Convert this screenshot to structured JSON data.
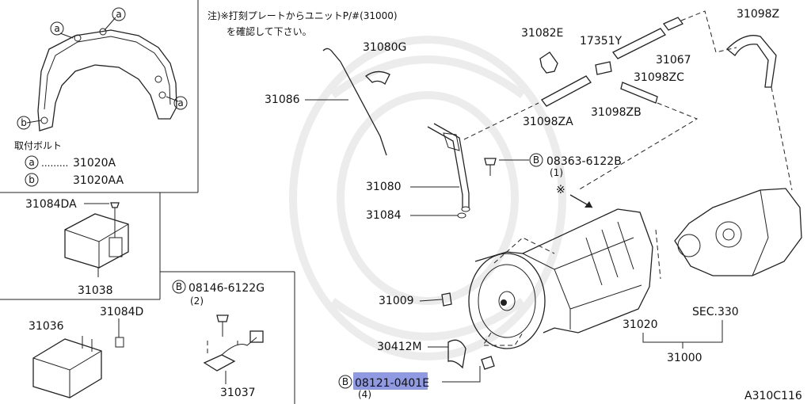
{
  "diagram_id": "A310C116",
  "note": {
    "line1": "注)※打刻プレートからユニットP/#(31000)",
    "line2": "を確認して下さい。"
  },
  "legend": {
    "title": "取付ボルト",
    "a_symbol": "a",
    "a_value": "31020A",
    "b_symbol": "b",
    "b_value": "31020AA"
  },
  "parts": {
    "p31098Z": "31098Z",
    "p31082E": "31082E",
    "p17351Y": "17351Y",
    "p31067": "31067",
    "p31098ZC": "31098ZC",
    "p31080G": "31080G",
    "p31086": "31086",
    "p31098ZA": "31098ZA",
    "p31098ZB": "31098ZB",
    "bolt1_code": "B",
    "bolt1": "08363-6122B",
    "bolt1_qty": "(1)",
    "p31080": "31080",
    "p31084": "31084",
    "p31084DA": "31084DA",
    "p31038": "31038",
    "p31036": "31036",
    "p31084D": "31084D",
    "bolt2_code": "B",
    "bolt2": "08146-6122G",
    "bolt2_qty": "(2)",
    "p31037": "31037",
    "p31009": "31009",
    "p30412M": "30412M",
    "bolt3_code": "B",
    "bolt3": "08121-0401E",
    "bolt3_qty": "(4)",
    "p31020": "31020",
    "sec330": "SEC.330",
    "p31000": "31000",
    "star": "※"
  },
  "highlight_color": "#6b78d9"
}
